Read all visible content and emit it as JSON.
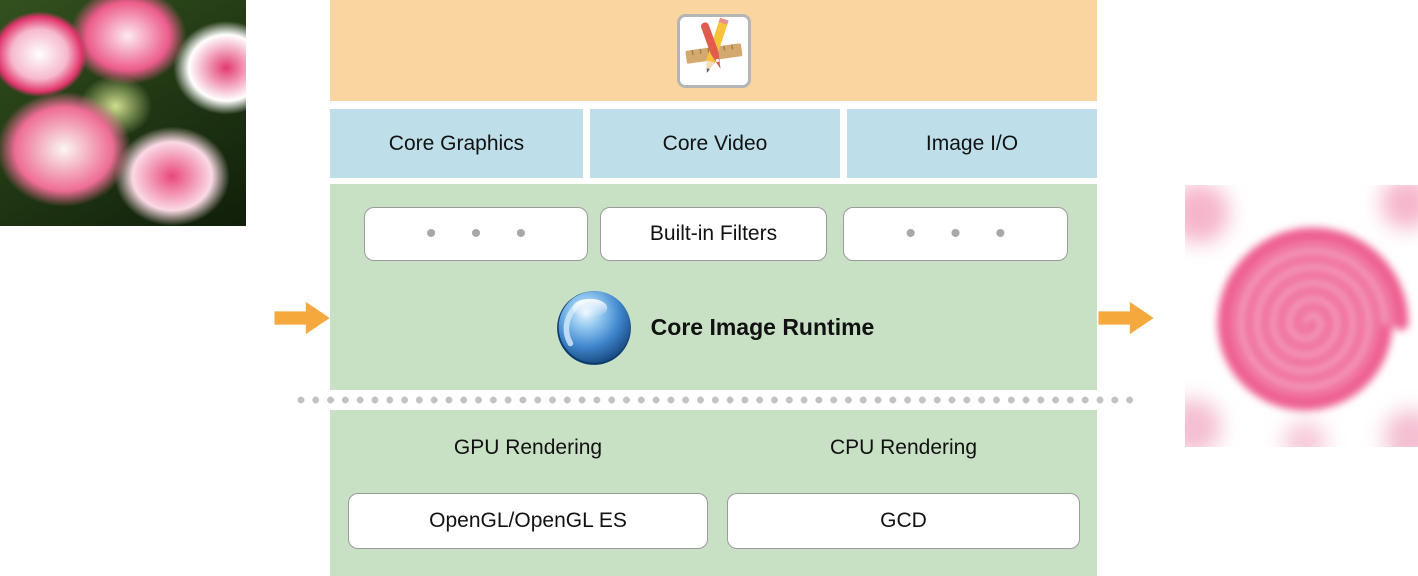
{
  "frameworks": [
    {
      "label": "Core Graphics"
    },
    {
      "label": "Core Video"
    },
    {
      "label": "Image I/O"
    }
  ],
  "filters_row": {
    "left_dots": "• • •",
    "center_label": "Built-in Filters",
    "right_dots": "• • •"
  },
  "runtime": {
    "label": "Core Image Runtime"
  },
  "rendering": {
    "gpu_heading": "GPU Rendering",
    "cpu_heading": "CPU Rendering",
    "gpu_box_label": "OpenGL/OpenGL ES",
    "cpu_box_label": "GCD"
  },
  "icons": {
    "application_icon": "application-icon",
    "core_image_icon": "core-image-icon",
    "input_arrow": "flow-arrow-right-icon",
    "output_arrow": "flow-arrow-right-icon"
  },
  "images": {
    "input": "tulip-photo",
    "output": "swirl-distorted-photo"
  },
  "colors": {
    "application_band": "#FAD5A0",
    "framework_box": "#BEDFE9",
    "runtime_band": "#C8E1C5",
    "arrow": "#F5A83C",
    "dotted_divider": "#C2C2C2",
    "box_border": "#9B9B9B",
    "text": "#111111"
  }
}
